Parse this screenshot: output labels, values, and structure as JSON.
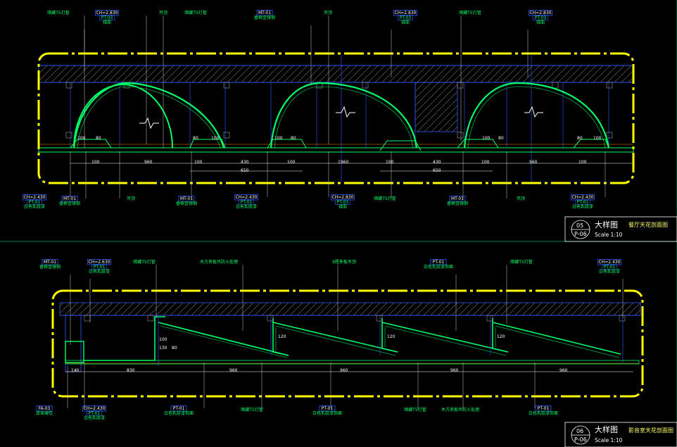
{
  "colors": {
    "background": "#000000",
    "frame": "#ffff00",
    "structure": "#3355ff",
    "fixture": "#00ff66",
    "annotation": "#00cc44",
    "dimension": "#ff8800",
    "separator": "#00aa66"
  },
  "detail_05": {
    "title": "大样图",
    "subtitle": "餐厅天花剖面图",
    "number": "05",
    "sheet": "P-06",
    "scale": "Scale 1:10",
    "top_tags": [
      {
        "code": "",
        "lines": [
          "暗藏T5灯管"
        ]
      },
      {
        "code": "CH=2.830",
        "lines": [
          "PT-03",
          "镜面"
        ]
      },
      {
        "code": "",
        "lines": [
          "吊顶"
        ]
      },
      {
        "code": "",
        "lines": [
          "暗藏T5灯管"
        ]
      },
      {
        "code": "MT-01",
        "lines": [
          "香槟金镜钢"
        ]
      },
      {
        "code": "",
        "lines": [
          "吊顶"
        ]
      },
      {
        "code": "CH=2.830",
        "lines": [
          "PT-03",
          "镜面"
        ]
      },
      {
        "code": "",
        "lines": [
          "暗藏T5灯管"
        ]
      },
      {
        "code": "CH=2.830",
        "lines": [
          "PT-03",
          "镜面"
        ]
      }
    ],
    "bottom_tags": [
      {
        "code": "CH=2.430",
        "lines": [
          "PT-01",
          "白色乳胶漆"
        ]
      },
      {
        "code": "MT-01",
        "lines": [
          "香槟金镜钢"
        ]
      },
      {
        "code": "",
        "lines": [
          "吊顶"
        ]
      },
      {
        "code": "MT-01",
        "lines": [
          "香槟金镜钢"
        ]
      },
      {
        "code": "CH=2.430",
        "lines": [
          "PT-01",
          "白色乳胶漆"
        ]
      },
      {
        "code": "CH=2.830",
        "lines": [
          "PT-03",
          "镜面"
        ]
      },
      {
        "code": "",
        "lines": [
          "暗藏T5灯管"
        ]
      },
      {
        "code": "MT-01",
        "lines": [
          "香槟金镜钢"
        ]
      },
      {
        "code": "",
        "lines": [
          "吊顶"
        ]
      },
      {
        "code": "CH=2.430",
        "lines": [
          "PT-01",
          "白色乳胶漆"
        ]
      }
    ],
    "dims": {
      "d80": "80",
      "d100": "100",
      "d430": "430",
      "d650": "650",
      "d960": "960",
      "d1960": "1960"
    }
  },
  "detail_06": {
    "title": "大样图",
    "subtitle": "影音室天花剖面图",
    "number": "06",
    "sheet": "P-06",
    "scale": "Scale 1:10",
    "top_tags": [
      {
        "code": "MT-01",
        "lines": [
          "香槟金镜钢"
        ]
      },
      {
        "code": "CH=2.630",
        "lines": [
          "PT-01",
          "白色乳胶漆"
        ]
      },
      {
        "code": "",
        "lines": [
          "暗藏T5灯管"
        ]
      },
      {
        "code": "",
        "lines": [
          "木方夹板吊防火处理"
        ]
      },
      {
        "code": "",
        "lines": [
          "9厘夹板吊顶"
        ]
      },
      {
        "code": "PT-01",
        "lines": [
          "白色乳胶漆饰面"
        ]
      },
      {
        "code": "",
        "lines": [
          "暗藏T5灯管"
        ]
      },
      {
        "code": "CH=2.430",
        "lines": [
          "PT-01",
          "白色乳胶漆"
        ]
      }
    ],
    "bottom_tags": [
      {
        "code": "FA-03",
        "lines": [
          "皮革硬包"
        ]
      },
      {
        "code": "CH=2.430",
        "lines": [
          "PT-01",
          "白色乳胶漆"
        ]
      },
      {
        "code": "PT-01",
        "lines": [
          "白色乳胶漆饰面"
        ]
      },
      {
        "code": "",
        "lines": [
          "暗藏T5灯管"
        ]
      },
      {
        "code": "PT-01",
        "lines": [
          "白色乳胶漆饰面"
        ]
      },
      {
        "code": "",
        "lines": [
          "暗藏T5灯管"
        ]
      },
      {
        "code": "",
        "lines": [
          "木方夹板吊防火处理"
        ]
      },
      {
        "code": "PT-01",
        "lines": [
          "白色乳胶漆饰面"
        ]
      }
    ],
    "dims": {
      "d140": "140",
      "d830": "830",
      "d960": "960",
      "d100": "100",
      "d80": "80",
      "d120": "120",
      "d130": "130"
    }
  }
}
